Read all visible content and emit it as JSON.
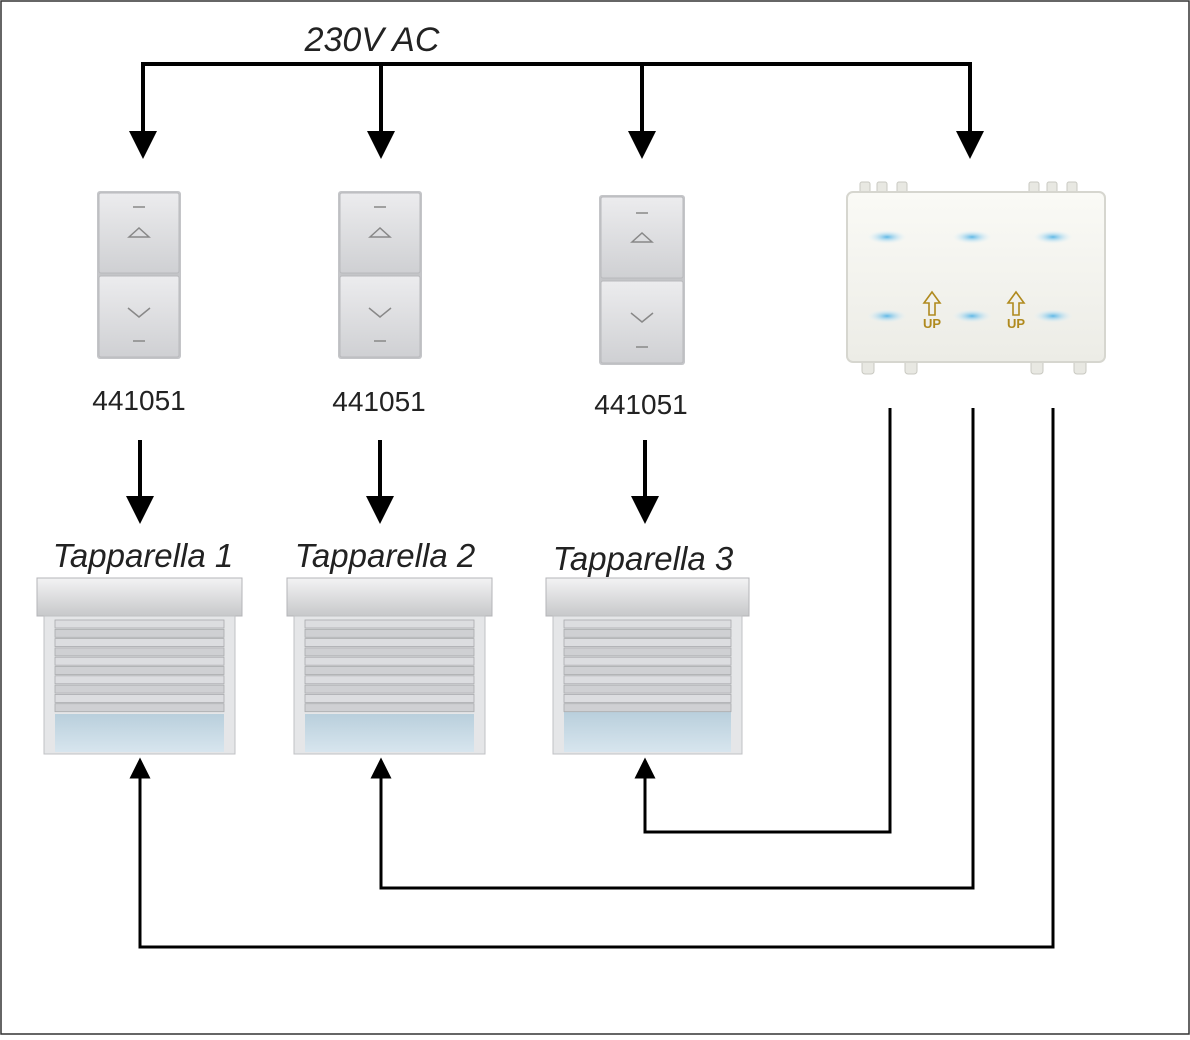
{
  "supply": {
    "label": "230V AC"
  },
  "switches": [
    {
      "code": "441051"
    },
    {
      "code": "441051"
    },
    {
      "code": "441051"
    }
  ],
  "shutters": [
    {
      "label": "Tapparella 1"
    },
    {
      "label": "Tapparella 2"
    },
    {
      "label": "Tapparella 3"
    }
  ],
  "controller": {
    "button_text": "UP"
  },
  "colors": {
    "line": "#000000",
    "border": "#333333",
    "switch_face": "#d9dadc",
    "shutter_frame": "#d6d7d9",
    "glass": "#c9dbe6",
    "led": "#8fd0ee",
    "up_icon": "#b08a1e"
  }
}
